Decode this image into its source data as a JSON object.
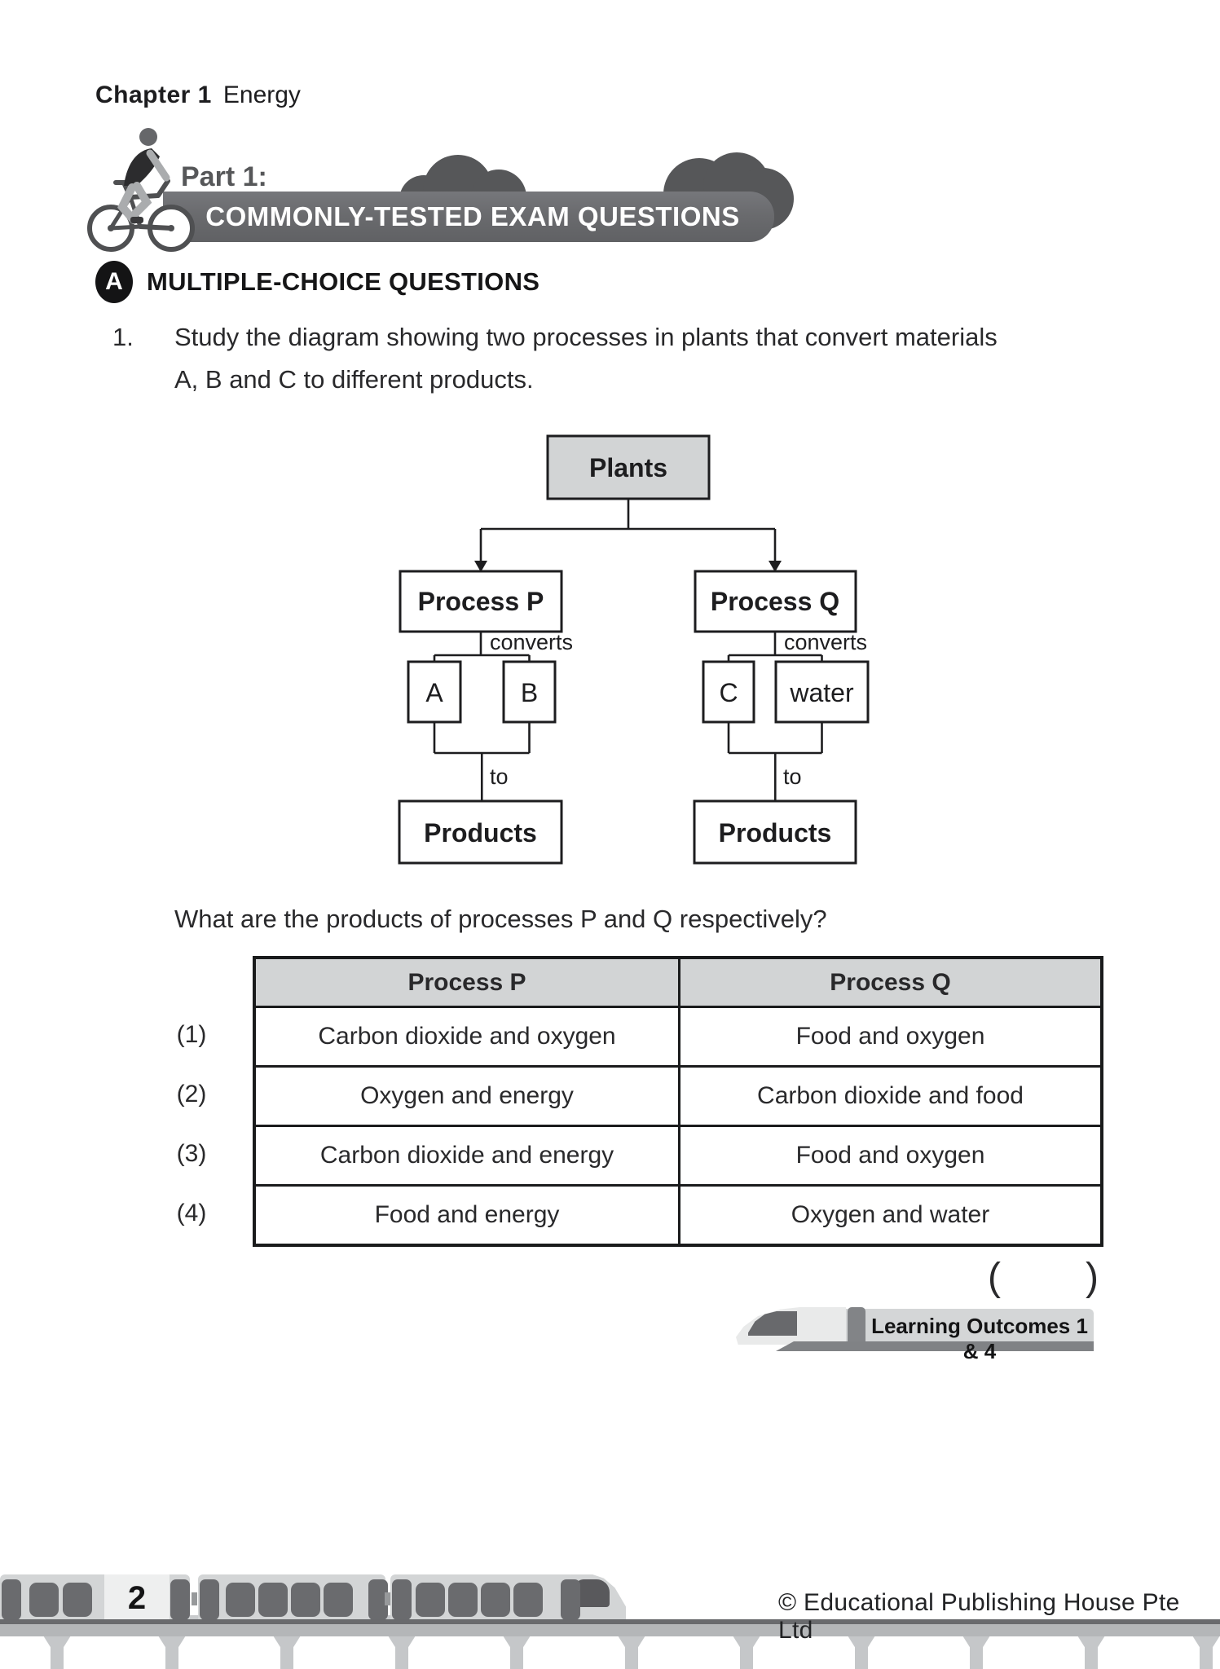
{
  "header": {
    "chapter_label": "Chapter 1",
    "chapter_title": "Energy",
    "part_label": "Part 1:",
    "banner_title": "COMMONLY-TESTED EXAM QUESTIONS"
  },
  "section": {
    "marker": "A",
    "title": "MULTIPLE-CHOICE QUESTIONS"
  },
  "question": {
    "number": "1.",
    "line1": "Study the diagram showing two processes in plants that convert materials",
    "line2": "A, B and C to different products.",
    "prompt": "What are the products of processes P and Q respectively?",
    "answer_open": "(",
    "answer_close": ")"
  },
  "diagram": {
    "root": "Plants",
    "left_process": "Process P",
    "right_process": "Process Q",
    "left_converts": "converts",
    "right_converts": "converts",
    "left_input_1": "A",
    "left_input_2": "B",
    "right_input_1": "C",
    "right_input_2": "water",
    "left_to": "to",
    "right_to": "to",
    "left_output": "Products",
    "right_output": "Products"
  },
  "options_table": {
    "header_p": "Process P",
    "header_q": "Process Q",
    "rows": [
      {
        "label": "(1)",
        "p": "Carbon dioxide and oxygen",
        "q": "Food and oxygen"
      },
      {
        "label": "(2)",
        "p": "Oxygen and energy",
        "q": "Carbon dioxide and food"
      },
      {
        "label": "(3)",
        "p": "Carbon dioxide and energy",
        "q": "Food and oxygen"
      },
      {
        "label": "(4)",
        "p": "Food and energy",
        "q": "Oxygen and water"
      }
    ]
  },
  "learning_outcomes": {
    "label": "Learning Outcomes 1 & 4"
  },
  "footer": {
    "page_number": "2",
    "copyright": "© Educational Publishing House Pte Ltd"
  },
  "colors": {
    "banner_gray": "#6a6b6e",
    "cloud_gray": "#565759",
    "box_fill_gray": "#d2d4d5",
    "table_header_gray": "#d2d4d5",
    "ink": "#1d1d1f",
    "train_body": "#d3d5d6",
    "train_window": "#6a6b6e",
    "track_gray": "#b4b6b8"
  }
}
